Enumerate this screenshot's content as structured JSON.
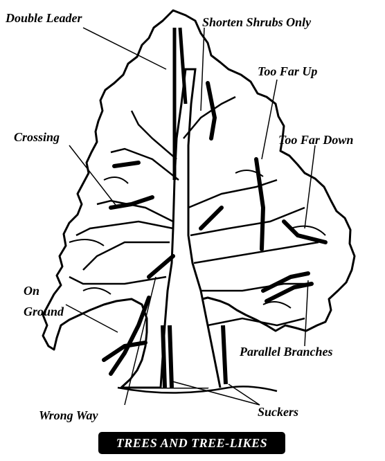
{
  "labels": {
    "double_leader": "Double Leader",
    "shorten_shrubs_only": "Shorten Shrubs Only",
    "too_far_up": "Too Far Up",
    "too_far_down": "Too Far Down",
    "crossing": "Crossing",
    "on_ground_line1": "On",
    "on_ground_line2": "Ground",
    "parallel_branches": "Parallel Branches",
    "wrong_way": "Wrong Way",
    "suckers": "Suckers"
  },
  "footer": {
    "title": "TREES AND TREE-LIKES"
  },
  "colors": {
    "ink": "#000000",
    "paper": "#ffffff"
  }
}
